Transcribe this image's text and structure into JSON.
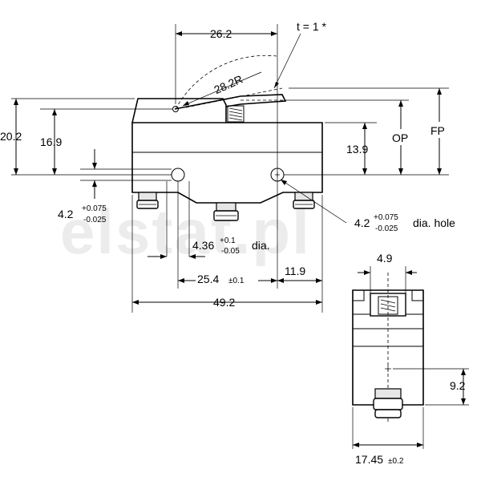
{
  "watermark": "elstat.pl",
  "dimensions": {
    "width_top": "26.2",
    "thickness": "t = 1 *",
    "radius": "28.2R",
    "h_20_2": "20.2",
    "h_16_9": "16.9",
    "h_13_9": "13.9",
    "op": "OP",
    "fp": "FP",
    "hole_small": "4.2",
    "hole_small_tol_plus": "+0.075",
    "hole_small_tol_minus": "-0.025",
    "hole_big": "4.2",
    "hole_big_tol_plus": "+0.075",
    "hole_big_tol_minus": "-0.025",
    "hole_big_suffix": "dia. hole",
    "dia_436": "4.36",
    "dia_436_tol_plus": "+0.1",
    "dia_436_tol_minus": "-0.05",
    "dia_436_suffix": "dia.",
    "pitch": "25.4",
    "pitch_tol": "±0.1",
    "offset": "11.9",
    "length": "49.2",
    "side_top": "4.9",
    "side_right": "9.2",
    "side_width": "17.45",
    "side_width_tol": "±0.2"
  }
}
